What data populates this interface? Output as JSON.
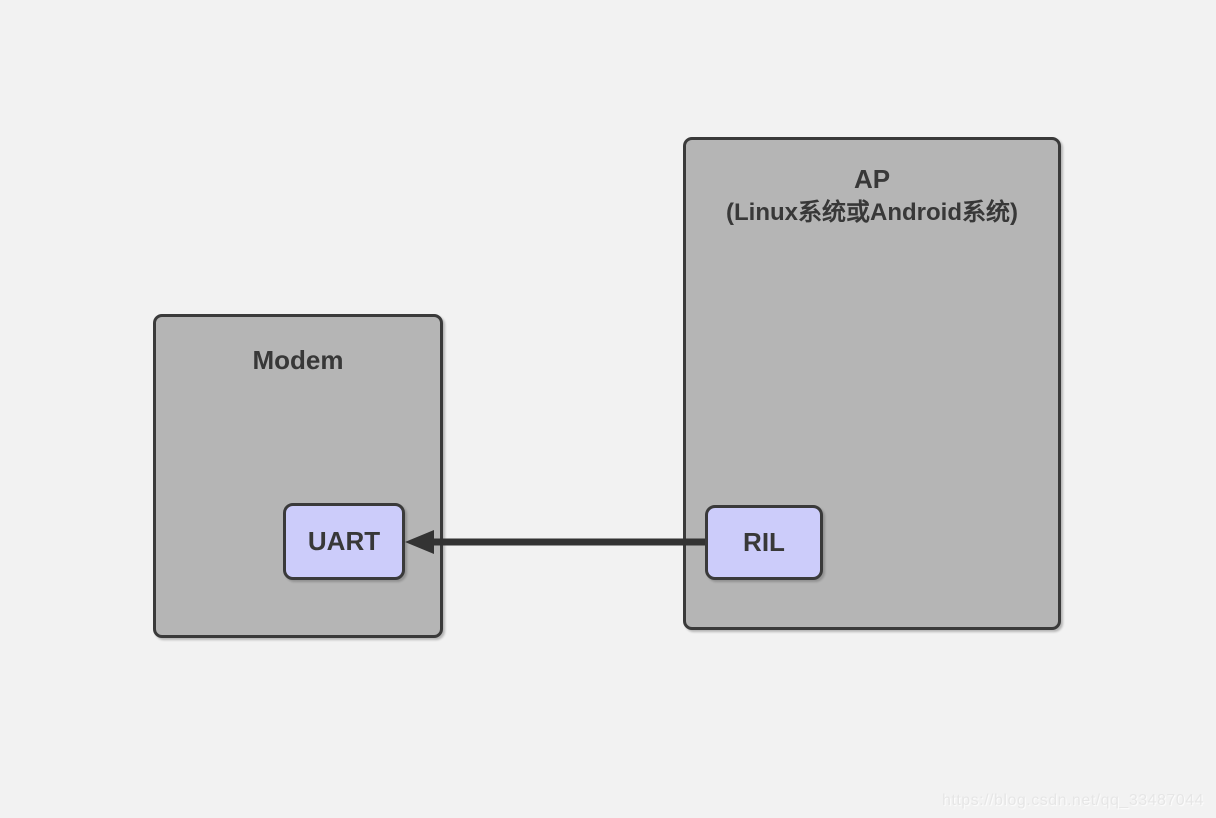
{
  "diagram": {
    "modem_box": {
      "title": "Modem"
    },
    "ap_box": {
      "title_line1": "AP",
      "title_line2": "(Linux系统或Android系统)"
    },
    "uart_chip": {
      "label": "UART"
    },
    "ril_chip": {
      "label": "RIL"
    },
    "connection": {
      "from": "RIL",
      "to": "UART",
      "direction": "right-to-left"
    },
    "colors": {
      "background": "#f2f2f2",
      "box_fill": "#b5b5b5",
      "chip_fill": "#ccccfa",
      "border": "#3a3a3a",
      "text": "#383838",
      "arrow": "#333333"
    }
  },
  "watermark": {
    "text": "https://blog.csdn.net/qq_33487044"
  }
}
